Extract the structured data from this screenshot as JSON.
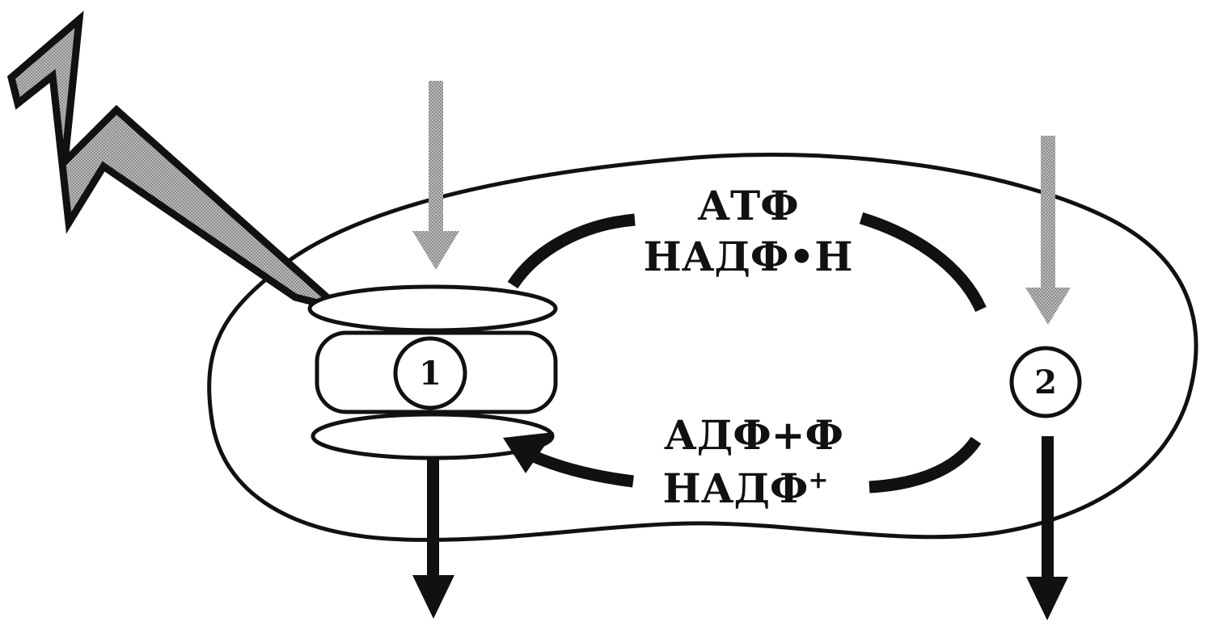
{
  "labels": {
    "top_line1": "АТФ",
    "top_line2": "НАДФ•Н",
    "bottom_line1": "АДФ+Ф",
    "bottom_line2": "НАДФ",
    "bottom_line2_sup": "+",
    "marker_1": "1",
    "marker_2": "2"
  },
  "colors": {
    "outline": "#111111",
    "input_arrow": "#7f7f7f",
    "lightning_fill": "#a8a8a8"
  },
  "icons": {
    "light": "lightning-bolt-icon",
    "input": "down-arrow-icon",
    "output": "down-arrow-icon"
  }
}
